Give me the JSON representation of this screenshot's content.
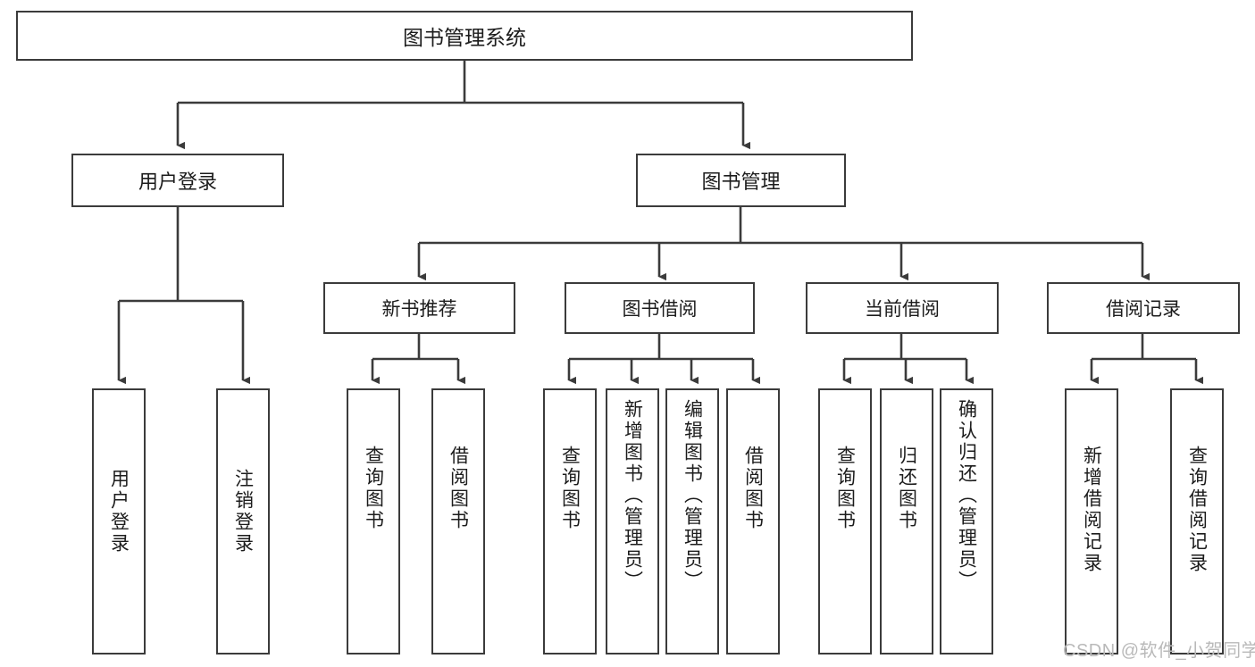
{
  "diagram": {
    "type": "tree-hierarchy-chart",
    "title": "图书管理系统",
    "root": {
      "label": "图书管理系统",
      "id": "root"
    },
    "level1": [
      {
        "id": "user-login",
        "label": "用户登录"
      },
      {
        "id": "book-management",
        "label": "图书管理"
      }
    ],
    "level2": [
      {
        "id": "new-book-recommend",
        "label": "新书推荐",
        "parent": "book-management"
      },
      {
        "id": "book-borrow",
        "label": "图书借阅",
        "parent": "book-management"
      },
      {
        "id": "current-borrow",
        "label": "当前借阅",
        "parent": "book-management"
      },
      {
        "id": "borrow-record",
        "label": "借阅记录",
        "parent": "book-management"
      }
    ],
    "leaves": [
      {
        "id": "leaf-user-login",
        "label": "用户登录",
        "parent": "user-login"
      },
      {
        "id": "leaf-logout-login",
        "label": "注销登录",
        "parent": "user-login"
      },
      {
        "id": "leaf-query-book-1",
        "label": "查询图书",
        "parent": "new-book-recommend"
      },
      {
        "id": "leaf-borrow-book-1",
        "label": "借阅图书",
        "parent": "new-book-recommend"
      },
      {
        "id": "leaf-query-book-2",
        "label": "查询图书",
        "parent": "book-borrow"
      },
      {
        "id": "leaf-add-book",
        "label": "新增图书（管理员）",
        "parent": "book-borrow"
      },
      {
        "id": "leaf-edit-book",
        "label": "编辑图书（管理员）",
        "parent": "book-borrow"
      },
      {
        "id": "leaf-borrow-book-2",
        "label": "借阅图书",
        "parent": "book-borrow"
      },
      {
        "id": "leaf-query-book-3",
        "label": "查询图书",
        "parent": "current-borrow"
      },
      {
        "id": "leaf-return-book",
        "label": "归还图书",
        "parent": "current-borrow"
      },
      {
        "id": "leaf-confirm-return",
        "label": "确认归还（管理员）",
        "parent": "current-borrow"
      },
      {
        "id": "leaf-add-record",
        "label": "新增借阅记录",
        "parent": "borrow-record"
      },
      {
        "id": "leaf-query-record",
        "label": "查询借阅记录",
        "parent": "borrow-record"
      }
    ],
    "colors": {
      "stroke": "#3b3b3b",
      "background": "#ffffff",
      "text": "#1c1c1c",
      "watermark": "#b9b9b9"
    }
  },
  "watermark": {
    "text": "CSDN @软件_小贺同学"
  }
}
